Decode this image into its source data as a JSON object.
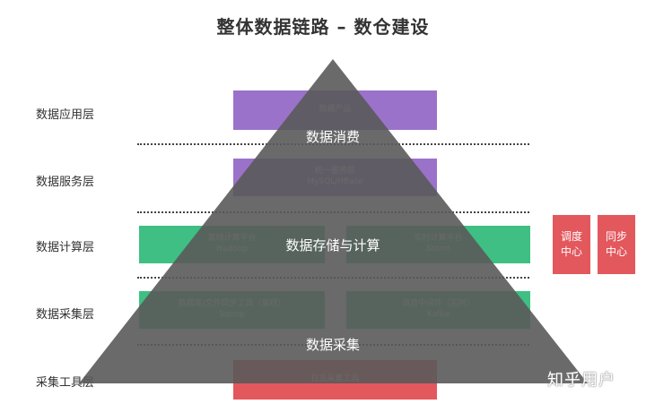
{
  "title": "整体数据链路 – 数仓建设",
  "layers": [
    {
      "label": "数据应用层"
    },
    {
      "label": "数据服务层"
    },
    {
      "label": "数据计算层"
    },
    {
      "label": "数据采集层"
    },
    {
      "label": "采集工具层"
    }
  ],
  "boxes": {
    "app": {
      "line1": "数据产品"
    },
    "service": {
      "line1": "统一服务层",
      "line2": "MySQL/HBase"
    },
    "compute_left": {
      "line1": "离线计算平台",
      "line2": "Hadoop"
    },
    "compute_right": {
      "line1": "实时计算平台",
      "line2": "Storm"
    },
    "collect_left": {
      "line1": "数据库/文件同步工具（离线）",
      "line2": "Sqoop"
    },
    "collect_right": {
      "line1": "消息中间件（实时）",
      "line2": "Kafka"
    },
    "tools": {
      "line1": "日志采集工具"
    }
  },
  "side": {
    "schedule": {
      "line1": "调度",
      "line2": "中心"
    },
    "sync": {
      "line1": "同步",
      "line2": "中心"
    }
  },
  "pyramid": {
    "top": "数据消费",
    "middle": "数据存储与计算",
    "bottom": "数据采集"
  },
  "watermark": "知乎用户",
  "colors": {
    "purple": "#9b72c9",
    "green": "#3fbf83",
    "red": "#e3585d",
    "pyramid": "#5f5f5f"
  }
}
